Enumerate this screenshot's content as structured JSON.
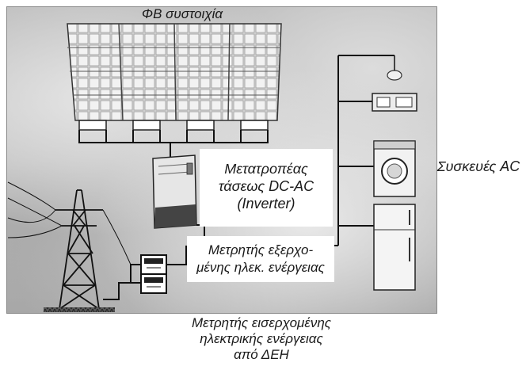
{
  "labels": {
    "pv_array": "ΦΒ συστοιχία",
    "inverter_line1": "Μετατροπέας",
    "inverter_line2": "τάσεως DC-AC",
    "inverter_line3": "(Inverter)",
    "export_meter_line1": "Μετρητής εξερχο-",
    "export_meter_line2": "μένης ηλεκ. ενέργειας",
    "ac_devices": "Συσκευές AC",
    "import_meter_line1": "Μετρητής εισερχομένης",
    "import_meter_line2": "ηλεκτρικής ενέργειας",
    "import_meter_line3": "από ΔΕΗ"
  },
  "icons": {
    "pv_panels": "solar-panel-icon",
    "inverter": "inverter-icon",
    "meters": "meter-icon",
    "pylon": "power-pylon-icon",
    "devices": [
      "lamp-icon",
      "stereo-icon",
      "washing-machine-icon",
      "refrigerator-icon"
    ]
  }
}
